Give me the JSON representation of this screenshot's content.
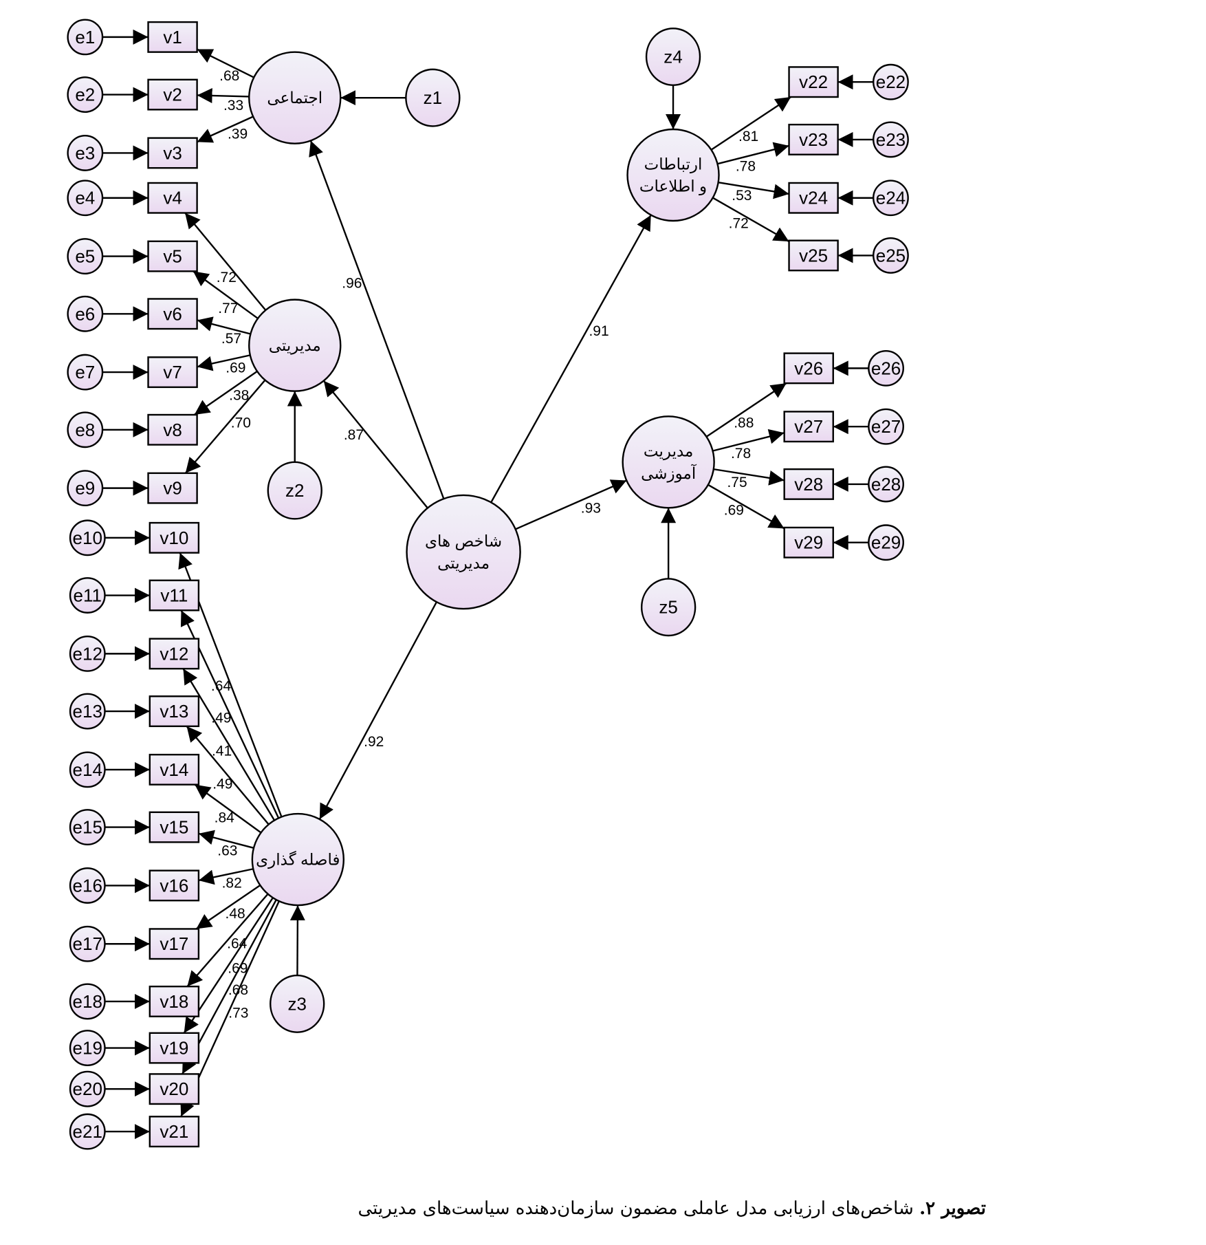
{
  "diagram": {
    "root": {
      "id": "root",
      "lines": [
        "شاخص های",
        "مدیریتی"
      ]
    },
    "factors": [
      {
        "id": "f1",
        "lines": [
          "اجتماعی"
        ],
        "disturbance": "z1",
        "loading": ".96"
      },
      {
        "id": "f2",
        "lines": [
          "مدیریتی"
        ],
        "disturbance": "z2",
        "loading": ".87"
      },
      {
        "id": "f3",
        "lines": [
          "فاصله گذاری"
        ],
        "disturbance": "z3",
        "loading": ".92"
      },
      {
        "id": "f4",
        "lines": [
          "ارتباطات",
          "و اطلاعات"
        ],
        "disturbance": "z4",
        "loading": ".91"
      },
      {
        "id": "f5",
        "lines": [
          "مدیریت",
          "آموزشی"
        ],
        "disturbance": "z5",
        "loading": ".93"
      }
    ],
    "indicators": [
      {
        "v": "v1",
        "e": "e1",
        "factor": "f1",
        "loading": ".68"
      },
      {
        "v": "v2",
        "e": "e2",
        "factor": "f1",
        "loading": ".33"
      },
      {
        "v": "v3",
        "e": "e3",
        "factor": "f1",
        "loading": ".39"
      },
      {
        "v": "v4",
        "e": "e4",
        "factor": "f2",
        "loading": ".72"
      },
      {
        "v": "v5",
        "e": "e5",
        "factor": "f2",
        "loading": ".77"
      },
      {
        "v": "v6",
        "e": "e6",
        "factor": "f2",
        "loading": ".57"
      },
      {
        "v": "v7",
        "e": "e7",
        "factor": "f2",
        "loading": ".69"
      },
      {
        "v": "v8",
        "e": "e8",
        "factor": "f2",
        "loading": ".38"
      },
      {
        "v": "v9",
        "e": "e9",
        "factor": "f2",
        "loading": ".70"
      },
      {
        "v": "v10",
        "e": "e10",
        "factor": "f3",
        "loading": ".64"
      },
      {
        "v": "v11",
        "e": "e11",
        "factor": "f3",
        "loading": ".49"
      },
      {
        "v": "v12",
        "e": "e12",
        "factor": "f3",
        "loading": ".41"
      },
      {
        "v": "v13",
        "e": "e13",
        "factor": "f3",
        "loading": ".49"
      },
      {
        "v": "v14",
        "e": "e14",
        "factor": "f3",
        "loading": ".84"
      },
      {
        "v": "v15",
        "e": "e15",
        "factor": "f3",
        "loading": ".63"
      },
      {
        "v": "v16",
        "e": "e16",
        "factor": "f3",
        "loading": ".82"
      },
      {
        "v": "v17",
        "e": "e17",
        "factor": "f3",
        "loading": ".48"
      },
      {
        "v": "v18",
        "e": "e18",
        "factor": "f3",
        "loading": ".64"
      },
      {
        "v": "v19",
        "e": "e19",
        "factor": "f3",
        "loading": ".69"
      },
      {
        "v": "v20",
        "e": "e20",
        "factor": "f3",
        "loading": ".68"
      },
      {
        "v": "v21",
        "e": "e21",
        "factor": "f3",
        "loading": ".73"
      },
      {
        "v": "v22",
        "e": "e22",
        "factor": "f4",
        "loading": ".81"
      },
      {
        "v": "v23",
        "e": "e23",
        "factor": "f4",
        "loading": ".78"
      },
      {
        "v": "v24",
        "e": "e24",
        "factor": "f4",
        "loading": ".53"
      },
      {
        "v": "v25",
        "e": "e25",
        "factor": "f4",
        "loading": ".72"
      },
      {
        "v": "v26",
        "e": "e26",
        "factor": "f5",
        "loading": ".88"
      },
      {
        "v": "v27",
        "e": "e27",
        "factor": "f5",
        "loading": ".78"
      },
      {
        "v": "v28",
        "e": "e28",
        "factor": "f5",
        "loading": ".75"
      },
      {
        "v": "v29",
        "e": "e29",
        "factor": "f5",
        "loading": ".69"
      }
    ],
    "colors": {
      "fill_top": "#f2f2f8",
      "fill_bottom": "#ead8f0",
      "stroke": "#000000"
    }
  },
  "caption": {
    "label": "تصویر ۲.",
    "text": " شاخص‌های ارزیابی مدل عاملی مضمون سازمان‌دهنده سیاست‌های مدیریتی"
  }
}
